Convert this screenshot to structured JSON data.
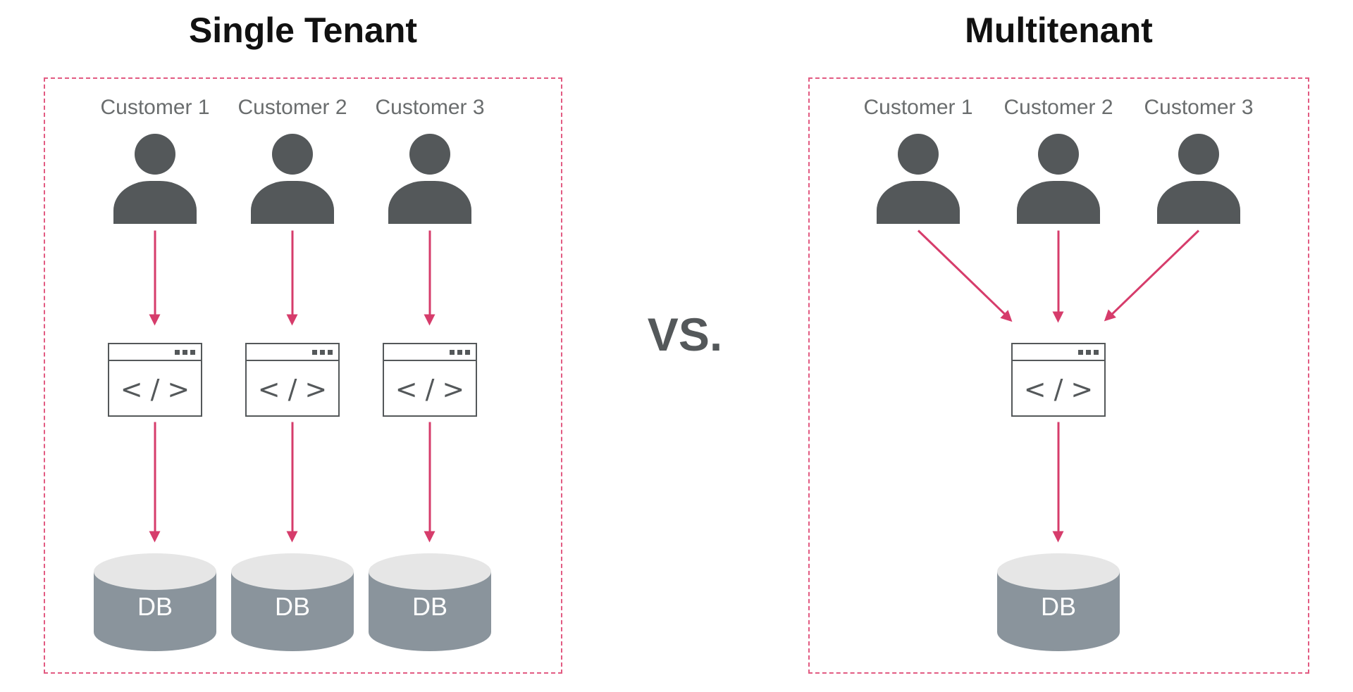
{
  "diagram": {
    "versus_label": "VS.",
    "left": {
      "title": "Single Tenant",
      "customers": [
        "Customer 1",
        "Customer 2",
        "Customer 3"
      ],
      "app_icon_glyph": "</>",
      "databases": [
        "DB",
        "DB",
        "DB"
      ]
    },
    "right": {
      "title": "Multitenant",
      "customers": [
        "Customer 1",
        "Customer 2",
        "Customer 3"
      ],
      "app_icon_glyph": "</>",
      "database": "DB"
    },
    "colors": {
      "arrow_pink": "#d63c6b",
      "border_pink": "#e25b82",
      "dark_gray": "#54585a",
      "label_gray": "#6a6d6e",
      "db_body": "#8a949c",
      "db_top": "#e6e6e6"
    }
  }
}
